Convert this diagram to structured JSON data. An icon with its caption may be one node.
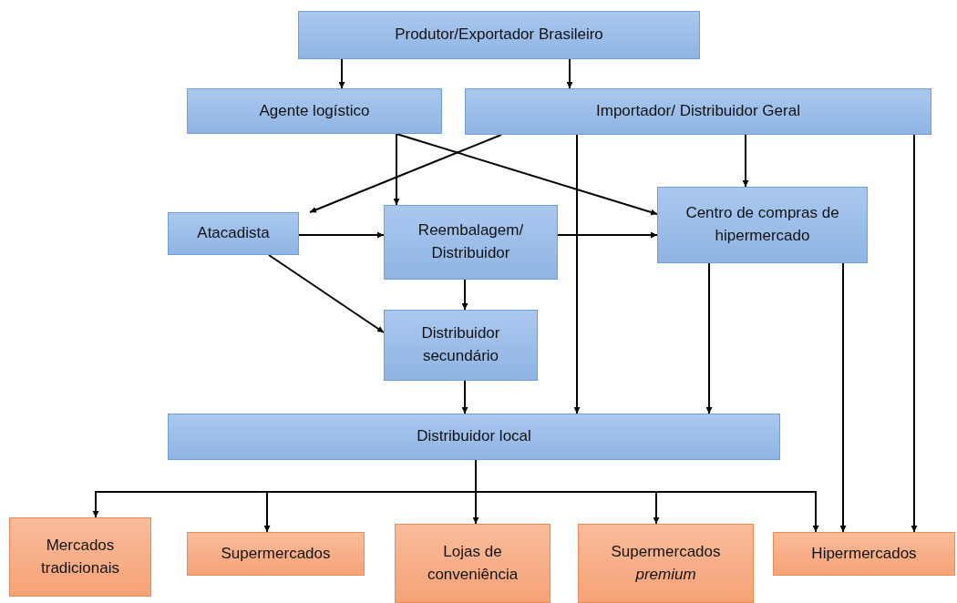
{
  "diagram": {
    "nodes": [
      {
        "text": [
          "Produtor/Exportador Brasileiro"
        ]
      },
      {
        "text": [
          "Agente logístico"
        ]
      },
      {
        "text": [
          "Importador/ Distribuidor Geral"
        ]
      },
      {
        "text": [
          "Atacadista"
        ]
      },
      {
        "text": [
          "Reembalagem/ Distribuidor"
        ]
      },
      {
        "text": [
          "Centro de compras de hipermercado"
        ]
      },
      {
        "text": [
          "Distribuidor secundário"
        ]
      },
      {
        "text": [
          "Distribuidor local"
        ]
      },
      {
        "text": [
          "Mercados tradicionais"
        ]
      },
      {
        "text": [
          "Supermercados"
        ]
      },
      {
        "text": [
          "Lojas de conveniência"
        ]
      },
      {
        "text": [
          "Supermercados *premium*"
        ]
      },
      {
        "text": [
          "Hipermercados"
        ]
      }
    ],
    "edges": [
      {
        "from": 0,
        "to": 1,
        "arrow": "to"
      },
      {
        "from": 0,
        "to": 2,
        "arrow": "to"
      },
      {
        "from": 2,
        "to": 3,
        "arrow": "to"
      },
      {
        "from": 1,
        "to": 4,
        "arrow": "to"
      },
      {
        "from": 1,
        "to": 5,
        "arrow": "to"
      },
      {
        "from": 2,
        "to": 5,
        "arrow": "to"
      },
      {
        "from": 2,
        "to": 7,
        "arrow": "to"
      },
      {
        "from": 2,
        "to": 12,
        "arrow": "to"
      },
      {
        "from": 3,
        "to": 4,
        "arrow": "to"
      },
      {
        "from": 4,
        "to": 5,
        "arrow": "to"
      },
      {
        "from": 3,
        "to": 6,
        "arrow": "to"
      },
      {
        "from": 4,
        "to": 6,
        "arrow": "to"
      },
      {
        "from": 5,
        "to": 7,
        "arrow": "to"
      },
      {
        "from": 5,
        "to": 12,
        "arrow": "to"
      },
      {
        "from": 6,
        "to": 7,
        "arrow": "to"
      },
      {
        "from": 7,
        "to": 8,
        "arrow": "to"
      },
      {
        "from": 7,
        "to": 9,
        "arrow": "to"
      },
      {
        "from": 7,
        "to": 10,
        "arrow": "to"
      },
      {
        "from": 7,
        "to": 11,
        "arrow": "to"
      },
      {
        "from": 7,
        "to": 12,
        "arrow": "to"
      }
    ]
  }
}
